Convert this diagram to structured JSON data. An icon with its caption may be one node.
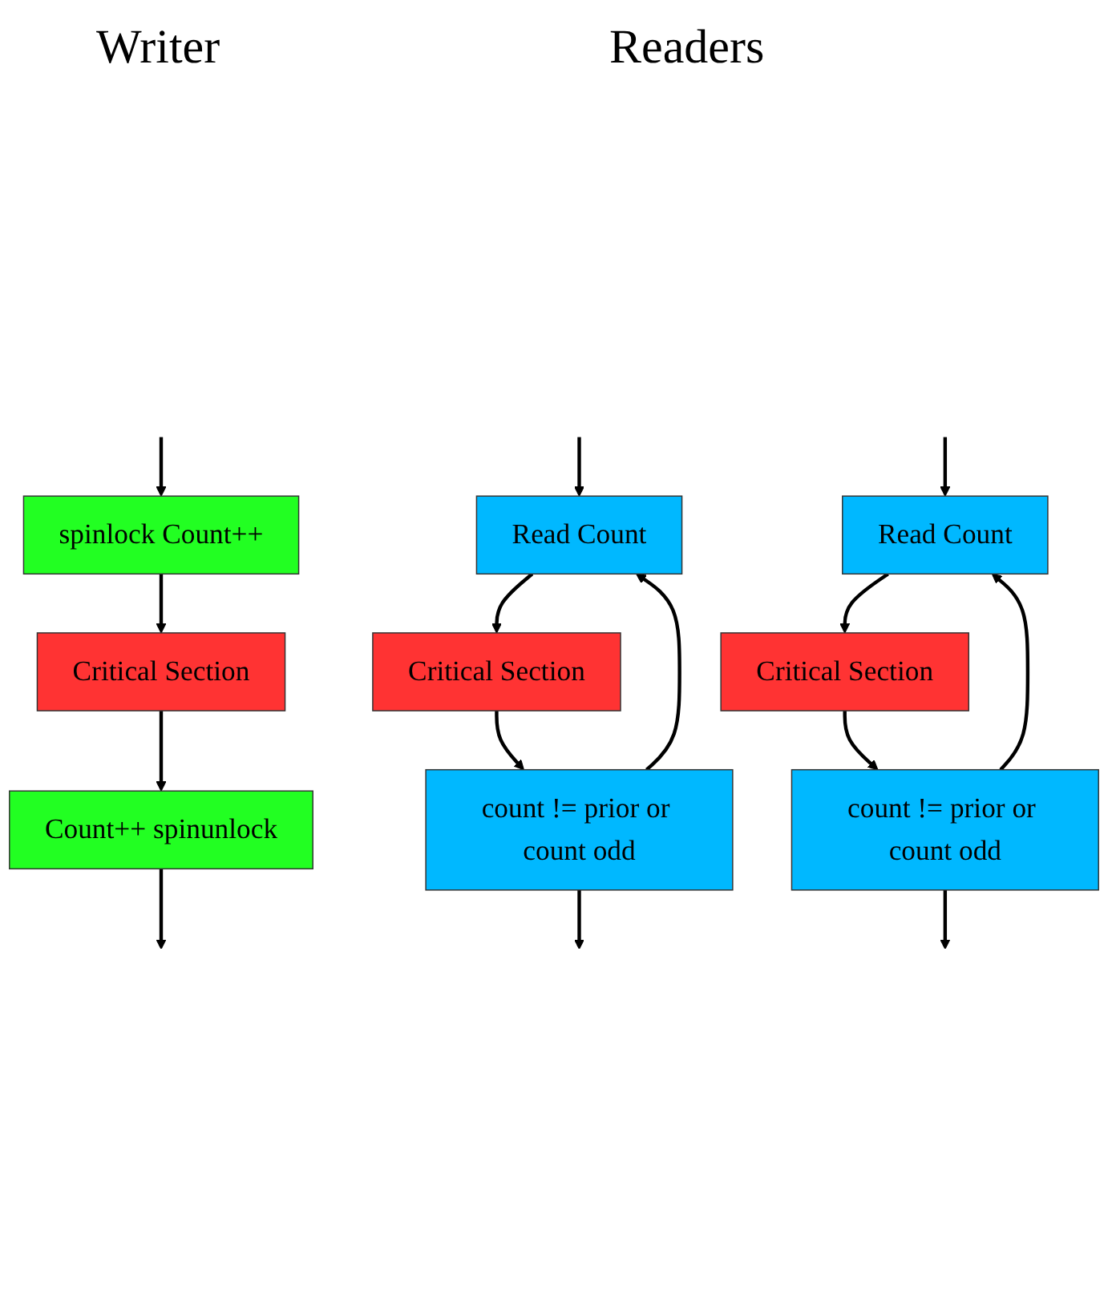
{
  "diagram": {
    "nodes": [
      {
        "text": [
          "spinlock Count++"
        ]
      },
      {
        "text": [
          "Critical Section"
        ]
      },
      {
        "text": [
          "Count++ spinunlock"
        ]
      },
      {
        "text": [
          "Read Count"
        ]
      },
      {
        "text": [
          "Critical Section"
        ]
      },
      {
        "text": [
          "count != prior or count odd"
        ]
      },
      {
        "text": [
          "Read Count"
        ]
      },
      {
        "text": [
          "Critical Section"
        ]
      },
      {
        "text": [
          "count != prior or count odd"
        ]
      }
    ],
    "edges": [
      {
        "from": null,
        "to": 0,
        "arrow": "to"
      },
      {
        "from": 0,
        "to": 1,
        "arrow": "to"
      },
      {
        "from": 1,
        "to": 2,
        "arrow": "to"
      },
      {
        "from": 2,
        "to": null,
        "arrow": "to"
      },
      {
        "from": null,
        "to": 3,
        "arrow": "to"
      },
      {
        "from": 3,
        "to": 4,
        "arrow": "to"
      },
      {
        "from": 4,
        "to": 5,
        "arrow": "to"
      },
      {
        "from": 5,
        "to": 3,
        "arrow": "to"
      },
      {
        "from": 5,
        "to": null,
        "arrow": "to"
      },
      {
        "from": null,
        "to": 6,
        "arrow": "to"
      },
      {
        "from": 6,
        "to": 7,
        "arrow": "to"
      },
      {
        "from": 7,
        "to": 8,
        "arrow": "to"
      },
      {
        "from": 8,
        "to": 6,
        "arrow": "to"
      },
      {
        "from": 8,
        "to": null,
        "arrow": "to"
      }
    ],
    "labels": [
      "Writer",
      "Readers"
    ]
  }
}
